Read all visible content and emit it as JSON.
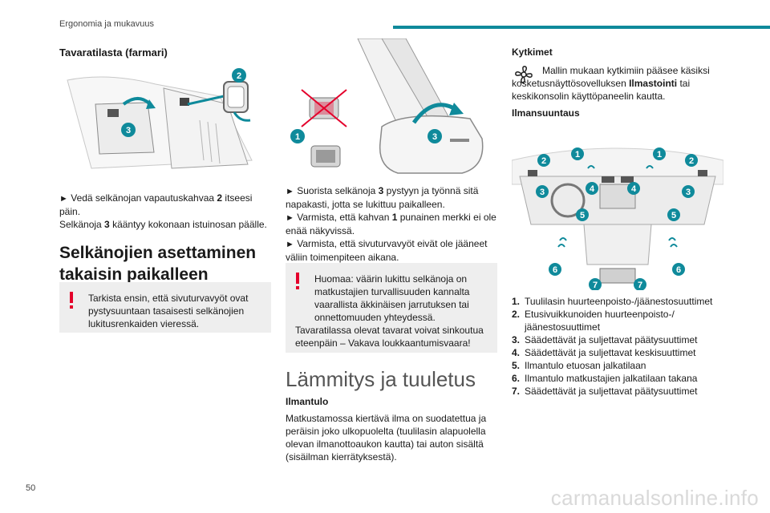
{
  "header": {
    "title": "Ergonomia ja mukavuus",
    "accent": "#0f8a9b"
  },
  "col1": {
    "subheading": "Tavaratilasta (farmari)",
    "fig_badges": [
      "2",
      "3"
    ],
    "steps": [
      {
        "arrow": "►",
        "pre": "Vedä selkänojan vapautuskahvaa ",
        "bold": "2",
        "post": " itseesi päin."
      },
      {
        "arrow": "",
        "pre": "Selkänoja ",
        "bold": "3",
        "post": " kääntyy kokonaan istuinosan päälle."
      }
    ],
    "section_title": "Selkänojien asettaminen takaisin paikalleen",
    "warning": "Tarkista ensin, että sivuturvavyöt ovat pystysuuntaan tasaisesti selkänojien lukitusrenkaiden vieressä."
  },
  "col2": {
    "fig_badges": [
      "1",
      "3"
    ],
    "steps": [
      {
        "arrow": "►",
        "pre": "Suorista selkänoja ",
        "bold": "3",
        "post": " pystyyn ja työnnä sitä napakasti, jotta se lukittuu paikalleen."
      },
      {
        "arrow": "►",
        "pre": "Varmista, että kahvan ",
        "bold": "1",
        "post": " punainen merkki ei ole enää näkyvissä."
      },
      {
        "arrow": "►",
        "pre": "Varmista, että sivuturvavyöt eivät ole jääneet väliin toimenpiteen aikana.",
        "bold": "",
        "post": ""
      }
    ],
    "warning_line1": "Huomaa: väärin lukittu selkänoja on matkustajien turvallisuuden kannalta vaarallista äkkinäisen jarrutuksen tai onnettomuuden yhteydessä.",
    "warning_line2": "Tavaratilassa olevat tavarat voivat sinkoutua eteenpäin – Vakava loukkaantumisvaara!",
    "section_title": "Lämmitys ja tuuletus",
    "subheading": "Ilmantulo",
    "para": "Matkustamossa kiertävä ilma on suodatettua ja peräisin joko ulkopuolelta (tuulilasin alapuolella olevan ilmanottoaukon kautta) tai auton sisältä (sisäilman kierrätyksestä)."
  },
  "col3": {
    "subheading1": "Kytkimet",
    "kytkimet_pre": "Mallin mukaan kytkimiin pääsee käsiksi kosketusnäyttösovelluksen ",
    "kytkimet_bold": "Ilmastointi",
    "kytkimet_post": " tai keskikonsolin käyttöpaneelin kautta.",
    "subheading2": "Ilmansuuntaus",
    "legend": [
      {
        "n": "1.",
        "text": "Tuulilasin huurteenpoisto-/jäänestosuuttimet"
      },
      {
        "n": "2.",
        "text": "Etusivuikkunoiden huurteenpoisto-/ jäänestosuuttimet"
      },
      {
        "n": "3.",
        "text": "Säädettävät ja suljettavat päätysuuttimet"
      },
      {
        "n": "4.",
        "text": "Säädettävät ja suljettavat keskisuuttimet"
      },
      {
        "n": "5.",
        "text": "Ilmantulo etuosan jalkatilaan"
      },
      {
        "n": "6.",
        "text": "Ilmantulo matkustajien jalkatilaan takana"
      },
      {
        "n": "7.",
        "text": "Säädettävät ja suljettavat päätysuuttimet"
      }
    ]
  },
  "footer": {
    "page_number": "50",
    "watermark": "carmanualsonline.info"
  }
}
